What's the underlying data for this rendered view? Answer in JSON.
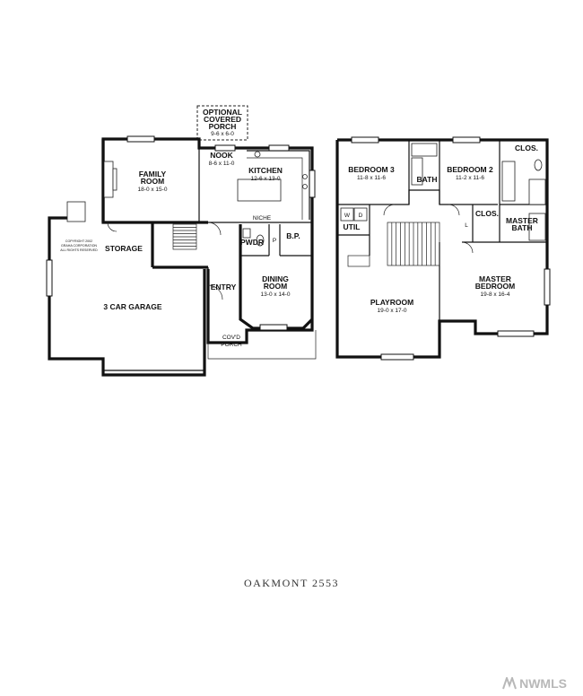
{
  "plan_title": "OAKMONT 2553",
  "watermark": "NWMLS",
  "main_floor": {
    "porch_optional": [
      "OPTIONAL",
      "COVERED",
      "PORCH"
    ],
    "porch_optional_dim": "9-6 x 6-0",
    "family_room": [
      "FAMILY",
      "ROOM"
    ],
    "family_room_dim": "18-0 x 15-0",
    "nook": "NOOK",
    "nook_dim": "8-6 x 11-0",
    "kitchen": "KITCHEN",
    "kitchen_dim": "12-6 x 13-0",
    "niche": "NICHE",
    "storage": "STORAGE",
    "pwdr": "PWDR",
    "p": "P",
    "bp": "B.P.",
    "entry": "ENTRY",
    "dining_room": [
      "DINING",
      "ROOM"
    ],
    "dining_room_dim": "13-0 x 14-0",
    "garage": "3 CAR GARAGE",
    "covd_porch": [
      "COV'D",
      "PORCH"
    ],
    "copyright": [
      "COPYRIGHT 2002",
      "GRAHA CORPORATION",
      "ALL RIGHTS RESERVED"
    ]
  },
  "upper_floor": {
    "bedroom3": "BEDROOM 3",
    "bedroom3_dim": "11-8 x 11-6",
    "bath": "BATH",
    "bedroom2": "BEDROOM 2",
    "bedroom2_dim": "11-2 x 11-6",
    "clos_top": "CLOS.",
    "clos_mid": "CLOS.",
    "master_bath": [
      "MASTER",
      "BATH"
    ],
    "w": "W",
    "d": "D",
    "util": "UTIL",
    "l": "L",
    "playroom": "PLAYROOM",
    "playroom_dim": "19-0 x 17-0",
    "master_bedroom": [
      "MASTER",
      "BEDROOM"
    ],
    "master_bedroom_dim": "19-8 x 16-4"
  }
}
